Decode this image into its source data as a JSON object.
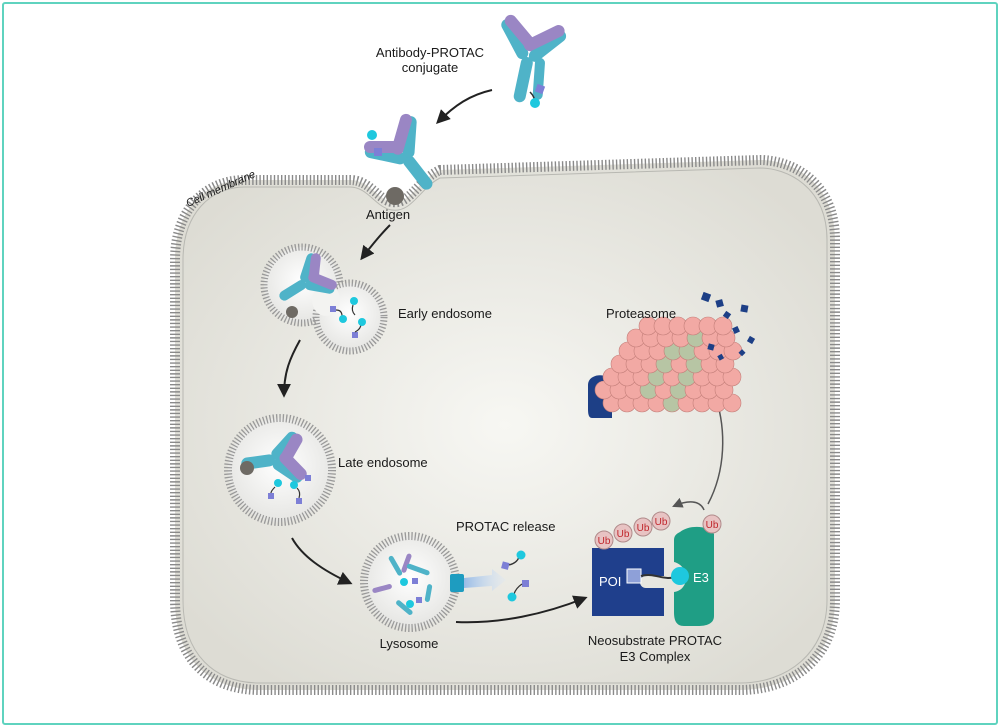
{
  "diagram": {
    "labels": {
      "conjugate_line1": "Antibody-PROTAC",
      "conjugate_line2": "conjugate",
      "cell_membrane": "Cell membrane",
      "antigen": "Antigen",
      "early_endosome": "Early endosome",
      "late_endosome": "Late endosome",
      "protac_release": "PROTAC release",
      "lysosome": "Lysosome",
      "proteasome": "Proteasome",
      "complex_line1": "Neosubstrate PROTAC",
      "complex_line2": "E3 Complex",
      "poi": "POI",
      "e3": "E3",
      "ub": "Ub"
    },
    "colors": {
      "frame": "#5fd3bf",
      "cell_fill": "#ecebe5",
      "membrane": "#8a8a8a",
      "antibody_heavy": "#4fb3c8",
      "antibody_light": "#9a86c4",
      "ligand_cyan": "#1ec8de",
      "ligand_purple": "#7d7fd6",
      "poi": "#1f3f8c",
      "e3": "#1f9e85",
      "ub": "#e8c3c3",
      "proteasome_pink": "#f2a9a4",
      "proteasome_green": "#b7c5a4",
      "proteasome_cap": "#1d3f86",
      "antigen": "#6e6a64"
    }
  }
}
